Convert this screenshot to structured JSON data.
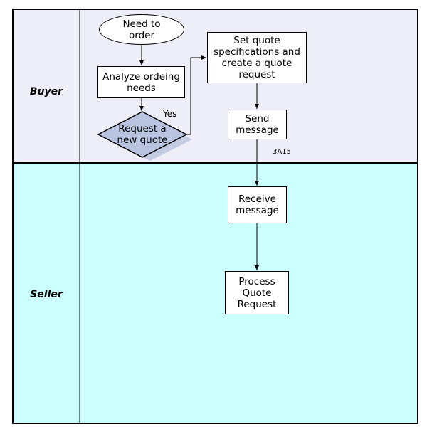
{
  "colors": {
    "buyer_lane": "#EEEEF8",
    "seller_lane": "#CCFFFF",
    "decision_fill": "#B8C4E0",
    "decision_shadow": "#C4CCE4",
    "border": "#000000"
  },
  "lanes": {
    "buyer": "Buyer",
    "seller": "Seller"
  },
  "nodes": {
    "start": "Need to\norder",
    "analyze": "Analyze ordeing\nneeds",
    "decision": "Request a\nnew quote",
    "set_quote": "Set quote\nspecifications and\ncreate a quote\nrequest",
    "send": "Send\nmessage",
    "receive": "Receive\nmessage",
    "process": "Process\nQuote\nRequest"
  },
  "labels": {
    "yes": "Yes",
    "message_code": "3A15"
  }
}
